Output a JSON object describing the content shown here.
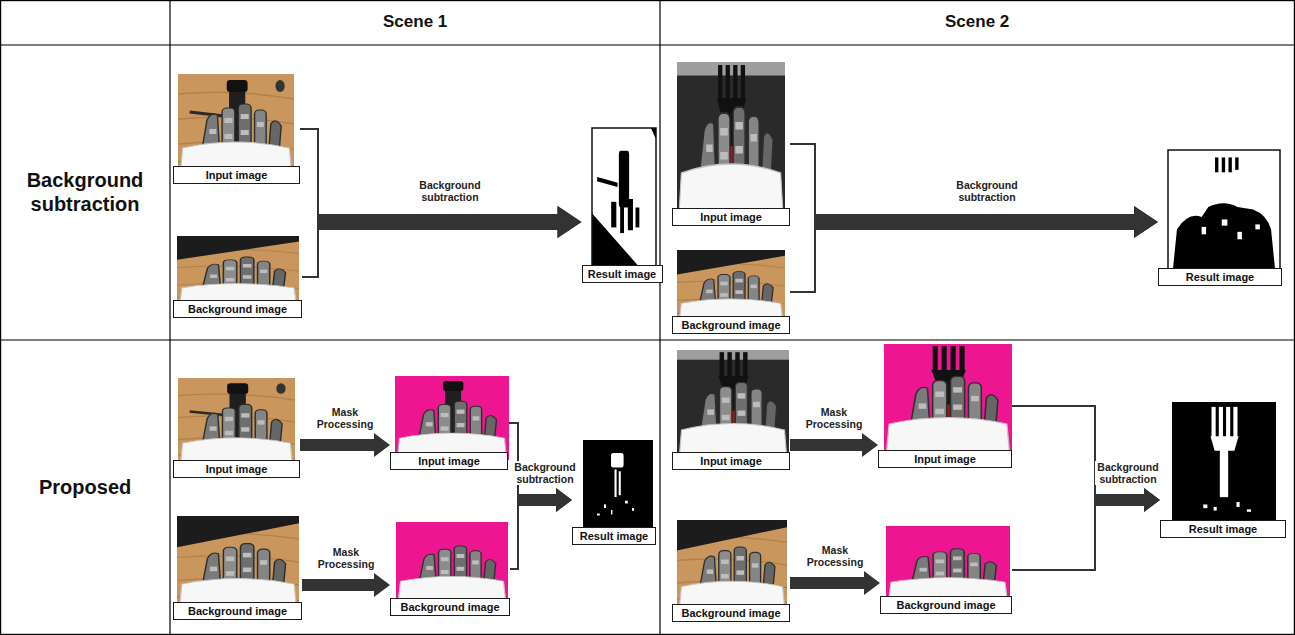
{
  "diagram": {
    "nodes": [
      {
        "text": [
          "Input image"
        ]
      },
      {
        "text": [
          "Background image"
        ]
      },
      {
        "text": [
          "Result image"
        ]
      },
      {
        "text": [
          "Input image"
        ]
      },
      {
        "text": [
          "Background image"
        ]
      },
      {
        "text": [
          "Result image"
        ]
      },
      {
        "text": [
          "Input image"
        ]
      },
      {
        "text": [
          "Background image"
        ]
      },
      {
        "text": [
          "Input image"
        ]
      },
      {
        "text": [
          "Background image"
        ]
      },
      {
        "text": [
          "Result image"
        ]
      },
      {
        "text": [
          "Input image"
        ]
      },
      {
        "text": [
          "Background image"
        ]
      },
      {
        "text": [
          "Input image"
        ]
      },
      {
        "text": [
          "Background image"
        ]
      },
      {
        "text": [
          "Result image"
        ]
      }
    ],
    "edges": [
      {
        "from": 0,
        "to": 2,
        "arrow": "to",
        "label": "Background subtraction"
      },
      {
        "from": 1,
        "to": 2,
        "arrow": "to"
      },
      {
        "from": 3,
        "to": 5,
        "arrow": "to",
        "label": "Background subtraction"
      },
      {
        "from": 4,
        "to": 5,
        "arrow": "to"
      },
      {
        "from": 6,
        "to": 8,
        "arrow": "to",
        "label": "Mask Processing"
      },
      {
        "from": 7,
        "to": 9,
        "arrow": "to",
        "label": "Mask Processing"
      },
      {
        "from": 8,
        "to": 10,
        "arrow": "to",
        "label": "Background subtraction"
      },
      {
        "from": 9,
        "to": 10,
        "arrow": "to"
      },
      {
        "from": 11,
        "to": 13,
        "arrow": "to",
        "label": "Mask Processing"
      },
      {
        "from": 12,
        "to": 14,
        "arrow": "to",
        "label": "Mask Processing"
      },
      {
        "from": 13,
        "to": 15,
        "arrow": "to",
        "label": "Background subtraction"
      },
      {
        "from": 14,
        "to": 15,
        "arrow": "to"
      }
    ],
    "labels": [
      "Scene 1",
      "Scene 2",
      "Background subtraction",
      "Proposed"
    ]
  }
}
